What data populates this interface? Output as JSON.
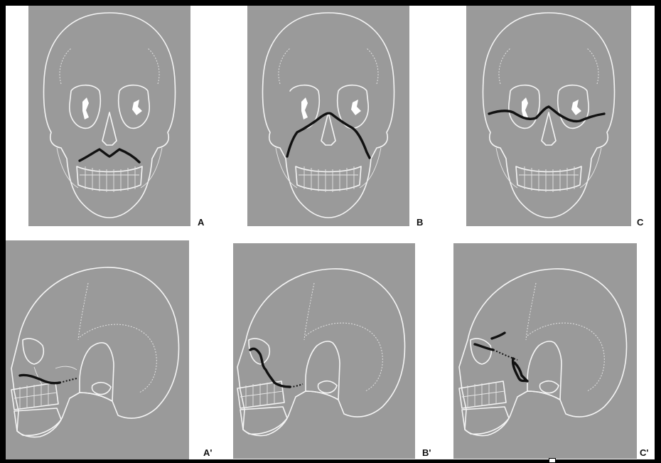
{
  "figure": {
    "panel_labels": {
      "a": "A",
      "b": "B",
      "c": "C",
      "a_prime": "A'",
      "b_prime": "B'",
      "c_prime": "C'"
    }
  },
  "colors": {
    "panel_background": "#9a9a9a",
    "bone_outline": "#f4f4f4",
    "fracture_line": "#111111",
    "page_background": "#ffffff",
    "border": "#000000"
  }
}
